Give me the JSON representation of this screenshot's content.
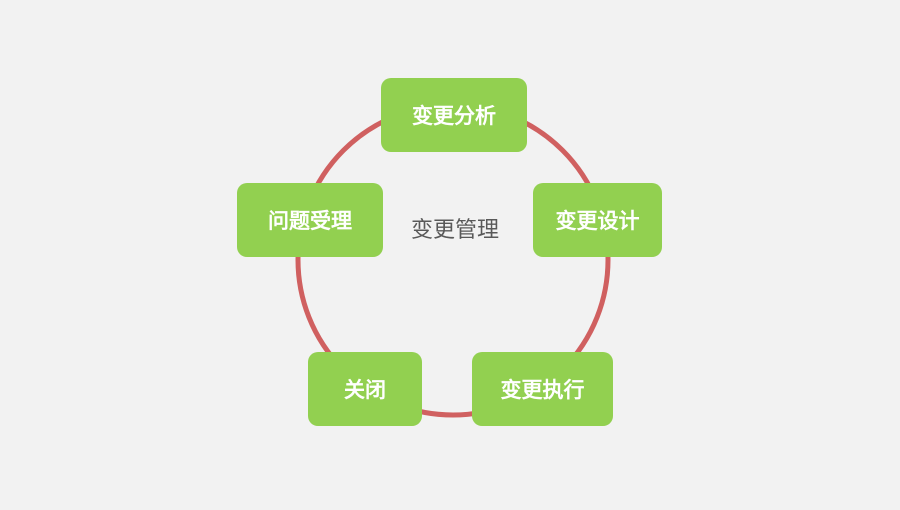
{
  "title": "变更管理",
  "nodes": [
    "变更分析",
    "变更设计",
    "变更执行",
    "关闭",
    "问题受理"
  ],
  "colors": {
    "node": "#92d050",
    "ring": "#d06060",
    "background": "#f2f2f2"
  }
}
